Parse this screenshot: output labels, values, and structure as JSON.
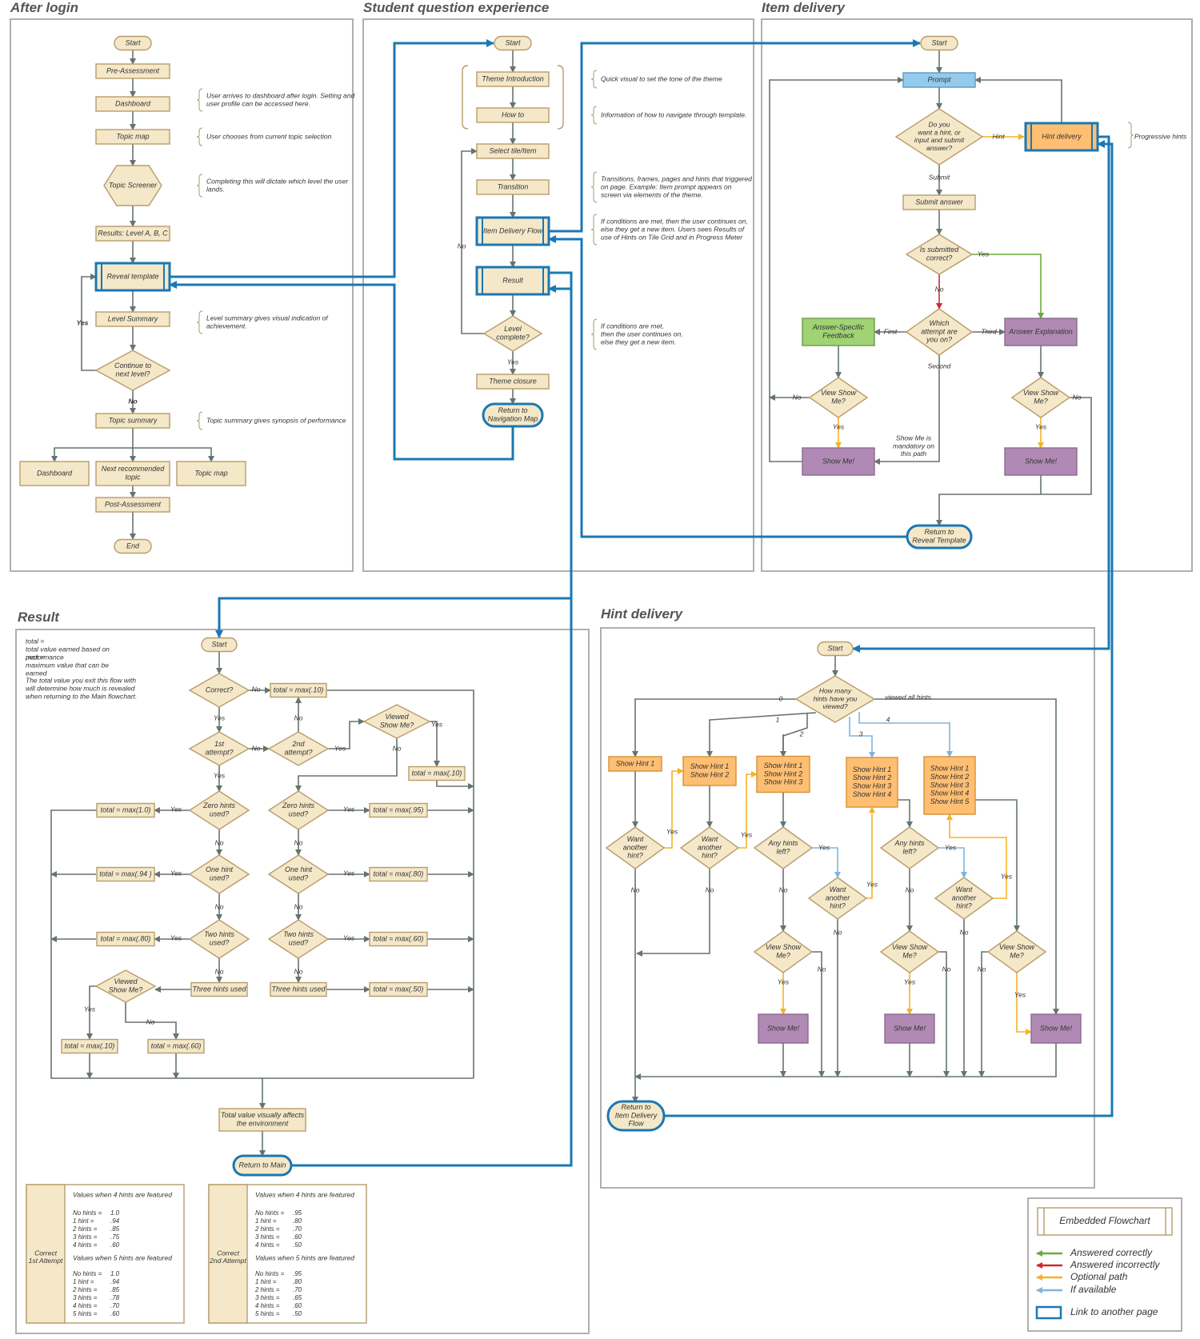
{
  "colors": {
    "panel_stroke": "#b0b0b0",
    "node_fill": "#f5e8c8",
    "node_stroke": "#b79c6c",
    "edge": "#66746e",
    "link": "#1a78b4",
    "orange_fill": "#ffbf73",
    "orange_stroke": "#d79033",
    "purple_fill": "#b08ab4",
    "green_fill": "#9fd373",
    "blue_fill": "#94cbec",
    "answered_correctly": "#6aab3c",
    "answered_incorrectly": "#cc2a36",
    "optional_path": "#f5b324",
    "if_available": "#7fb5e0"
  },
  "sections": {
    "after_login": "After login",
    "student_question": "Student question experience",
    "item_delivery": "Item delivery",
    "result": "Result",
    "hint_delivery": "Hint delivery"
  },
  "after_login": {
    "start": "Start",
    "pre_assessment": "Pre-Assessment",
    "dashboard": "Dashboard",
    "topic_map": "Topic map",
    "topic_screener": "Topic Screener",
    "results": "Results: Level A, B, C",
    "reveal_template": "Reveal template",
    "level_summary": "Level Summary",
    "continue_next": [
      "Continue to",
      "next level?"
    ],
    "yes": "Yes",
    "no": "No",
    "topic_summary": "Topic summary",
    "dashboard2": "Dashboard",
    "next_recommended": [
      "Next recommended",
      "topic"
    ],
    "topic_map2": "Topic map",
    "post_assessment": "Post-Assessment",
    "end": "End",
    "note_dashboard": [
      "User arrives to dashboard after login. Setting and",
      "user profile can be accessed here."
    ],
    "note_topic_map": [
      "User chooses from current topic selection"
    ],
    "note_screener": [
      "Completing this will dictate which level the user",
      "lands."
    ],
    "note_level_summary": [
      "Level summary gives visual indication of",
      "achievement."
    ],
    "note_topic_summary": [
      "Topic summary gives synopsis of performance"
    ]
  },
  "student_question": {
    "start": "Start",
    "theme_intro": "Theme Introduction",
    "how_to": "How to",
    "select_tile": "Select tile/Item",
    "transition": "Transition",
    "item_delivery_flow": "Item Delivery Flow",
    "result": "Result",
    "level_complete": [
      "Level",
      "complete?"
    ],
    "no": "No",
    "yes": "Yes",
    "theme_closure": "Theme closure",
    "return_nav": [
      "Return to",
      "Navigation Map"
    ],
    "note_theme": [
      "Quick visual to set the tone of the theme"
    ],
    "note_howto": [
      "Information of how to navigate through template."
    ],
    "note_transition": [
      "Transitions, frames, pages and hints that triggered",
      "on page.  Example:  Item prompt appears on",
      "screen via elements of the theme."
    ],
    "note_idf": [
      "If conditions are met, then the user continues on,",
      "else they get a new item. Users sees Results of",
      "use of Hints on Tile Grid and in Progress Meter"
    ],
    "note_level": [
      "If conditions are met,",
      "then the user continues on,",
      "else they get a new item."
    ]
  },
  "item_delivery": {
    "start": "Start",
    "prompt": "Prompt",
    "want_hint": [
      "Do you",
      "want a hint, or",
      "input and submit",
      "answer?"
    ],
    "hint": "Hint",
    "hint_delivery": "Hint delivery",
    "progressive_hints": "Progressive hints",
    "submit": "Submit",
    "submit_answer": "Submit answer",
    "is_correct": [
      "Is submitted",
      "correct?"
    ],
    "yes": "Yes",
    "no": "No",
    "which_attempt": [
      "Which",
      "attempt are",
      "you on?"
    ],
    "first": "First",
    "third": "Third",
    "second": "Second",
    "answer_feedback": [
      "Answer-Specific",
      "Feedback"
    ],
    "answer_explanation": "Answer Explanation",
    "view_show_me": [
      "View Show",
      "Me?"
    ],
    "show_me": "Show Me!",
    "show_me_note": [
      "Show Me is",
      "mandatory on",
      "this path"
    ],
    "return_reveal": [
      "Return to",
      "Reveal Template"
    ]
  },
  "result": {
    "legend_total": [
      "total =",
      "total value earned based on",
      "performance"
    ],
    "legend_max": [
      "max =",
      "maximum value that can be",
      "earned"
    ],
    "legend_note": [
      "The total value you exit this flow with",
      "will determine how much is revealed",
      "when returning to the Main flowchart."
    ],
    "start": "Start",
    "correct": "Correct?",
    "no": "No",
    "yes": "Yes",
    "first_attempt": [
      "1st",
      "attempt?"
    ],
    "second_attempt": [
      "2nd",
      "attempt?"
    ],
    "viewed_show_me": [
      "Viewed",
      "Show Me?"
    ],
    "zero_hints": [
      "Zero hints",
      "used?"
    ],
    "one_hint": [
      "One hint",
      "used?"
    ],
    "two_hints": [
      "Two hints",
      "used?"
    ],
    "three_hints": "Three hints used",
    "total_max_010": "total = max(.10)",
    "total_max_10": "total = max(1.0)",
    "total_max_94": "total = max(.94 )",
    "total_max_80": "total = max(.80)",
    "total_max_95": "total = max(.95)",
    "total_max_60": "total = max(.60)",
    "total_max_50": "total = max(.50)",
    "total_value": [
      "Total value visually affects",
      "the environment"
    ],
    "return_main": "Return to Main",
    "table1": {
      "side": [
        "Correct",
        "1st Attempt"
      ],
      "h4": "Values when 4 hints are featured",
      "rows4": [
        [
          "No hints =",
          "1.0"
        ],
        [
          "1 hint    =",
          ".94"
        ],
        [
          "2 hints  =",
          ".85"
        ],
        [
          "3 hints  =",
          ".75"
        ],
        [
          "4 hints  =",
          ".60"
        ]
      ],
      "h5": "Values when 5 hints are featured",
      "rows5": [
        [
          "No hints =",
          "1.0"
        ],
        [
          "1 hint    =",
          ".94"
        ],
        [
          "2 hints  =",
          ".85"
        ],
        [
          "3 hints  =",
          ".78"
        ],
        [
          "4 hints  =",
          ".70"
        ],
        [
          "5 hints  =",
          ".60"
        ]
      ]
    },
    "table2": {
      "side": [
        "Correct",
        "2nd Attempt"
      ],
      "h4": "Values when 4 hints are featured",
      "rows4": [
        [
          "No hints =",
          ".95"
        ],
        [
          "1 hint    =",
          ".80"
        ],
        [
          "2 hints  =",
          ".70"
        ],
        [
          "3 hints  =",
          ".60"
        ],
        [
          "4 hints  =",
          ".50"
        ]
      ],
      "h5": "Values when 5 hints are featured",
      "rows5": [
        [
          "No hints =",
          ".95"
        ],
        [
          "1 hint    =",
          ".80"
        ],
        [
          "2 hints  =",
          ".70"
        ],
        [
          "3 hints  =",
          ".65"
        ],
        [
          "4 hints  =",
          ".60"
        ],
        [
          "5 hints  =",
          ".50"
        ]
      ]
    }
  },
  "hint_delivery": {
    "start": "Start",
    "how_many": [
      "How many",
      "hints have you",
      "viewed?"
    ],
    "viewed_all": "viewed all hints",
    "n0": "0",
    "n1": "1",
    "n2": "2",
    "n3": "3",
    "n4": "4",
    "show_hint_1": [
      "Show Hint 1"
    ],
    "show_hint_2": [
      "Show Hint 1",
      "Show Hint 2"
    ],
    "show_hint_3": [
      "Show Hint 1",
      "Show Hint 2",
      "Show Hint 3"
    ],
    "show_hint_4": [
      "Show Hint 1",
      "Show Hint 2",
      "Show Hint 3",
      "Show Hint 4"
    ],
    "show_hint_5": [
      "Show Hint 1",
      "Show Hint 2",
      "Show Hint 3",
      "Show Hint 4",
      "Show Hint 5"
    ],
    "want_another": [
      "Want",
      "another",
      "hint?"
    ],
    "any_hints_left": [
      "Any hints",
      "left?"
    ],
    "view_show_me": [
      "View Show",
      "Me?"
    ],
    "show_me": "Show Me!",
    "yes": "Yes",
    "no": "No",
    "return_idf": [
      "Return to",
      "Item Delivery",
      "Flow"
    ]
  },
  "legend": {
    "embedded": "Embedded Flowchart",
    "answered_correctly": "Answered correctly",
    "answered_incorrectly": "Answered incorrectly",
    "optional_path": "Optional path",
    "if_available": "If available",
    "link": "Link to another page"
  }
}
